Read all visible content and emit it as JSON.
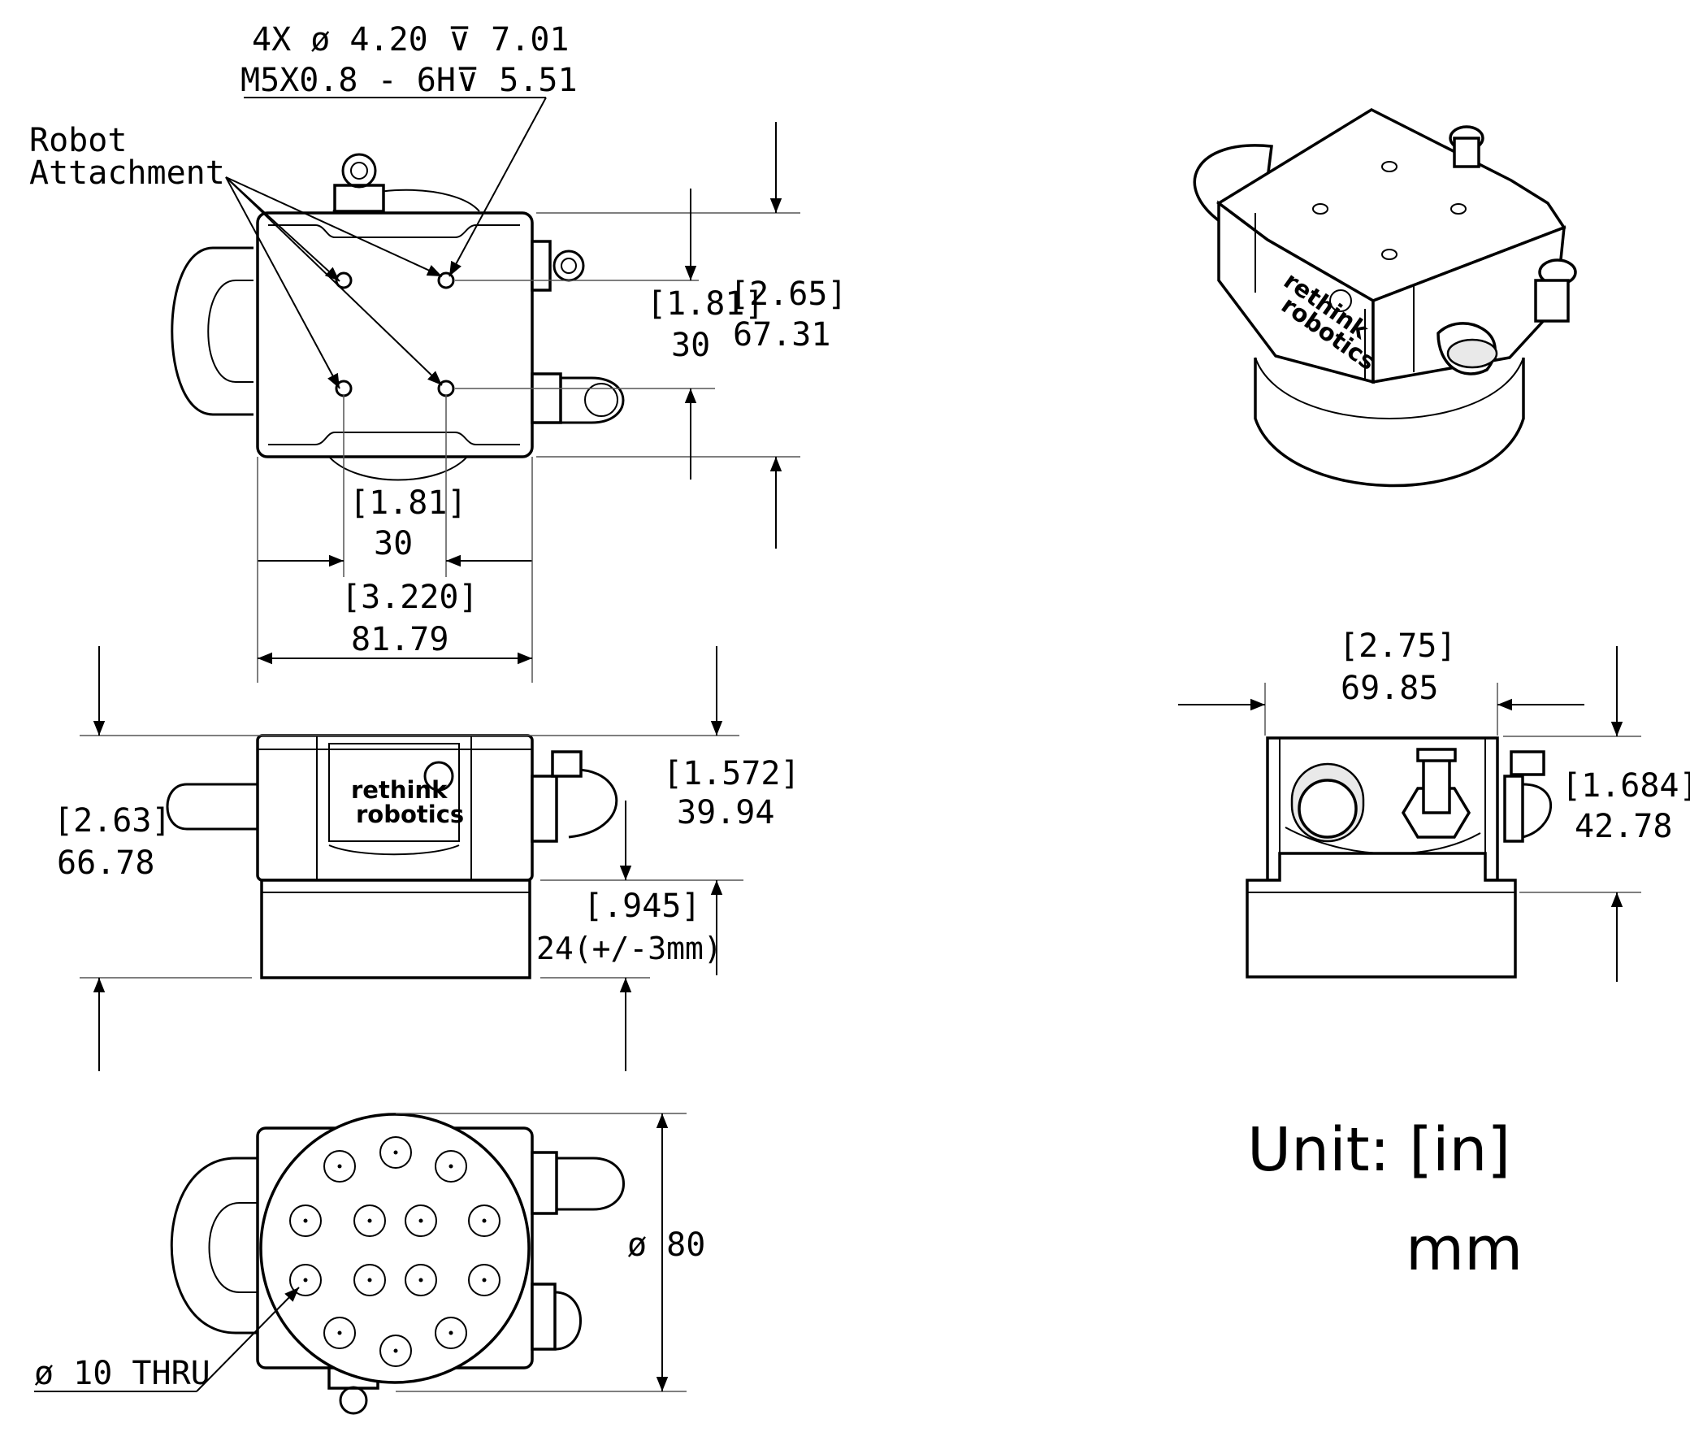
{
  "hole_spec": {
    "line1": "4X ø  4.20 ⊽ 7.01",
    "line2": "M5X0.8 - 6H⊽ 5.51"
  },
  "robot_attachment": {
    "line1": "Robot",
    "line2": "Attachment"
  },
  "top_view": {
    "hole_spacing_vertical_in": "[1.81]",
    "hole_spacing_vertical_mm": "30",
    "overall_height_in": "[2.65]",
    "overall_height_mm": "67.31",
    "hole_spacing_horizontal_in": "[1.81]",
    "hole_spacing_horizontal_mm": "30",
    "inner_width_in": "[3.220]",
    "inner_width_mm": "81.79"
  },
  "front_view": {
    "overall_height_in": "[2.63]",
    "overall_height_mm": "66.78",
    "body_height_in": "[1.572]",
    "body_height_mm": "39.94",
    "base_height_in": "[.945]",
    "base_height_mm": "24(+/-3mm)",
    "logo_line1": "rethink",
    "logo_line2": "robotics"
  },
  "side_view": {
    "width_in": "[2.75]",
    "width_mm": "69.85",
    "height_in": "[1.684]",
    "height_mm": "42.78"
  },
  "bottom_view": {
    "diameter_label": "ø 80",
    "thru_hole_label": "ø 10 THRU"
  },
  "iso_view": {
    "logo_line1": "rethink",
    "logo_line2": "robotics"
  },
  "units": {
    "line1": "Unit:  [in]",
    "line2": "mm"
  }
}
